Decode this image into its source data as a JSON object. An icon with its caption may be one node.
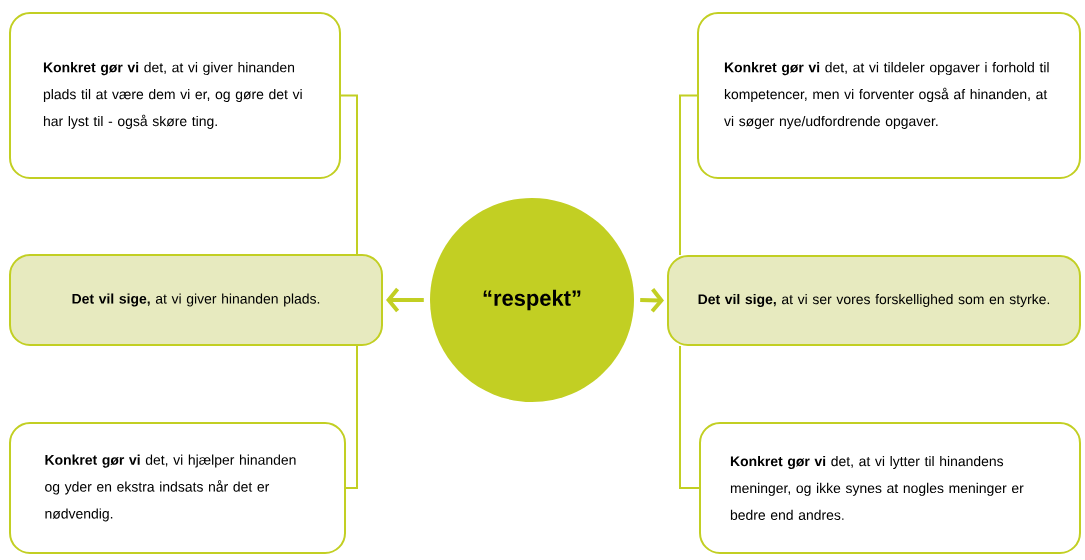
{
  "diagram": {
    "nodes": [
      {
        "text": [
          "**Konkret gør vi** det, at vi giver hinanden plads til at være dem vi er, og gøre det vi har lyst til - også skøre ting."
        ]
      },
      {
        "text": [
          "**Konkret gør vi** det, at vi tildeler opgaver i forhold til kompetencer, men vi forventer også af hinanden, at vi søger nye/udfordrende opgaver."
        ]
      },
      {
        "text": [
          "**Det vil sige,** at vi giver hinanden plads."
        ]
      },
      {
        "text": [
          "“respekt”"
        ]
      },
      {
        "text": [
          "**Det vil sige,** at vi ser vores forskellighed som en styrke."
        ]
      },
      {
        "text": [
          "**Konkret gør vi** det, vi hjælper hinanden og yder en ekstra indsats når det er nødvendig."
        ]
      },
      {
        "text": [
          "**Konkret gør vi** det, at vi lytter til hinandens meninger, og ikke synes at nogles meninger er bedre end andres."
        ]
      }
    ],
    "edges": [
      {
        "from": 3,
        "to": 2,
        "arrow": "to",
        "style": "thick"
      },
      {
        "from": 3,
        "to": 4,
        "arrow": "to",
        "style": "thick"
      },
      {
        "from": 2,
        "to": 0,
        "arrow": "none"
      },
      {
        "from": 2,
        "to": 5,
        "arrow": "none"
      },
      {
        "from": 4,
        "to": 1,
        "arrow": "none"
      },
      {
        "from": 4,
        "to": 6,
        "arrow": "none"
      }
    ]
  }
}
